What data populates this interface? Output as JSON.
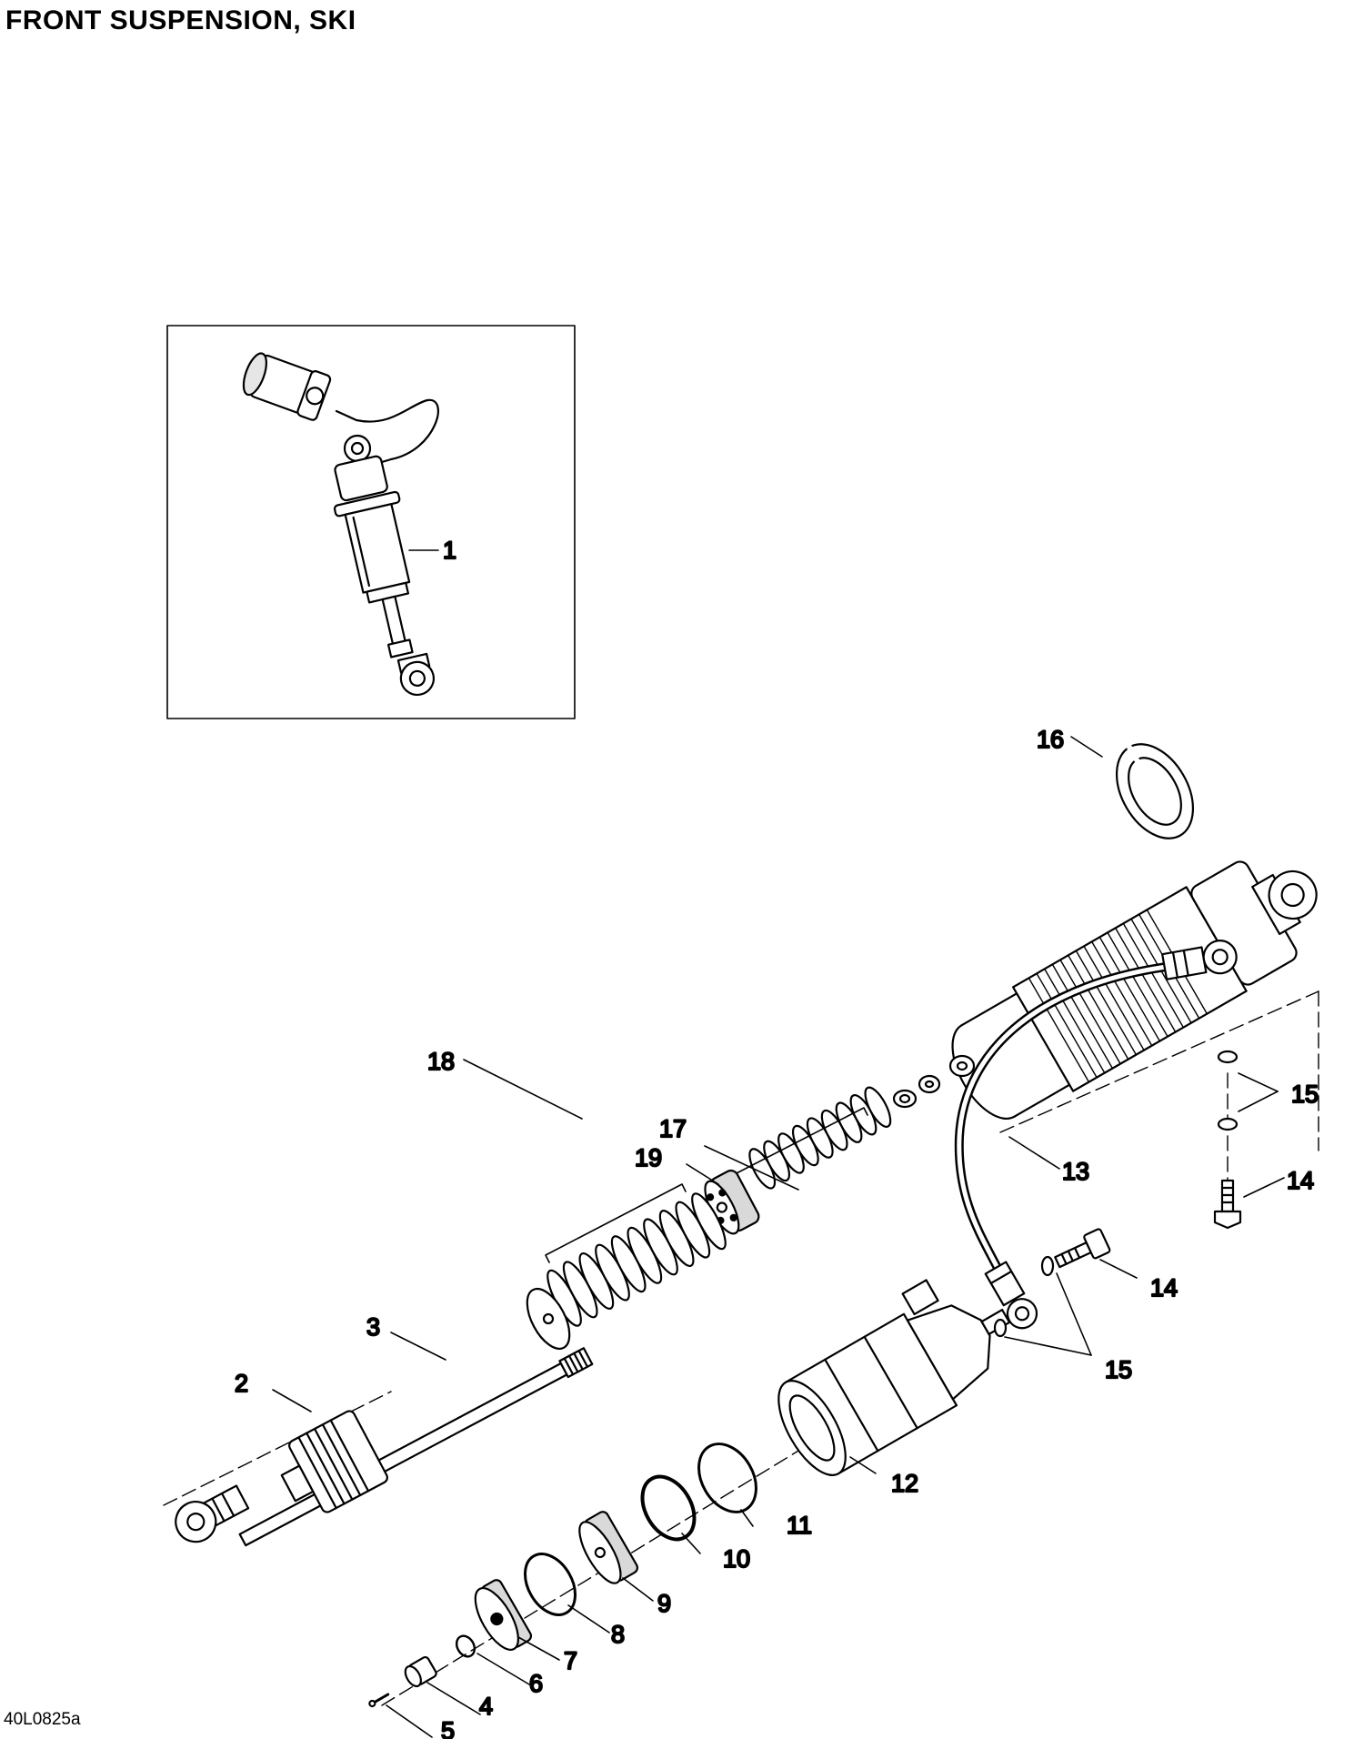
{
  "title": "FRONT SUSPENSION, SKI",
  "figure_code": "40L0825a",
  "callouts": [
    "1",
    "2",
    "3",
    "4",
    "5",
    "6",
    "7",
    "8",
    "9",
    "10",
    "11",
    "12",
    "13",
    "14",
    "14",
    "15",
    "15",
    "16",
    "17",
    "18",
    "19"
  ],
  "colors": {
    "line": "#000000",
    "shade": "#d9d9d9",
    "background": "#ffffff"
  }
}
